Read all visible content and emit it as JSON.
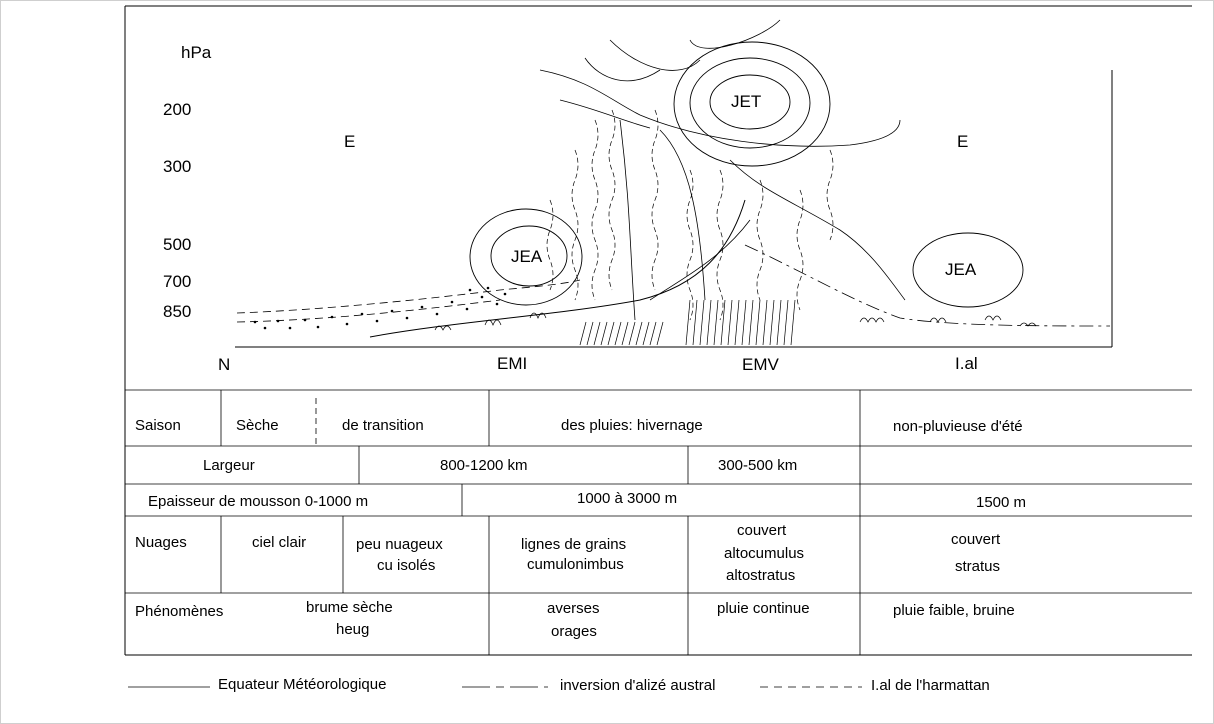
{
  "diagram": {
    "axis": {
      "unit": "hPa",
      "ticks": [
        "200",
        "300",
        "500",
        "700",
        "850"
      ]
    },
    "air_labels": {
      "left": "E",
      "right": "E"
    },
    "jets": {
      "jet": "JET",
      "jea_left": "JEA",
      "jea_right": "JEA"
    },
    "bottom_labels": {
      "n": "N",
      "emi": "EMI",
      "emv": "EMV",
      "ial": "I.al"
    }
  },
  "table": {
    "saison": {
      "header": "Saison",
      "seche": "Sèche",
      "transition": "de transition",
      "pluies": "des pluies: hivernage",
      "ete": "non-pluvieuse d'été"
    },
    "largeur": {
      "header": "Largeur",
      "v1": "800-1200 km",
      "v2": "300-500 km"
    },
    "epaisseur": {
      "header": "Epaisseur de mousson 0-1000 m",
      "v1": "1000 à 3000 m",
      "v2": "1500 m"
    },
    "nuages": {
      "header": "Nuages",
      "c1": "ciel clair",
      "c2a": "peu nuageux",
      "c2b": "cu isolés",
      "c3a": "lignes de grains",
      "c3b": "cumulonimbus",
      "c4a": "couvert",
      "c4b": "altocumulus",
      "c4c": "altostratus",
      "c5a": "couvert",
      "c5b": "stratus"
    },
    "phenomenes": {
      "header": "Phénomènes",
      "c1a": "brume sèche",
      "c1b": "heug",
      "c2a": "averses",
      "c2b": "orages",
      "c3": "pluie continue",
      "c4": "pluie faible, bruine"
    }
  },
  "legend": {
    "solid": "Equateur Météorologique",
    "dashdot": "inversion d'alizé austral",
    "dashed": "I.al de l'harmattan"
  }
}
